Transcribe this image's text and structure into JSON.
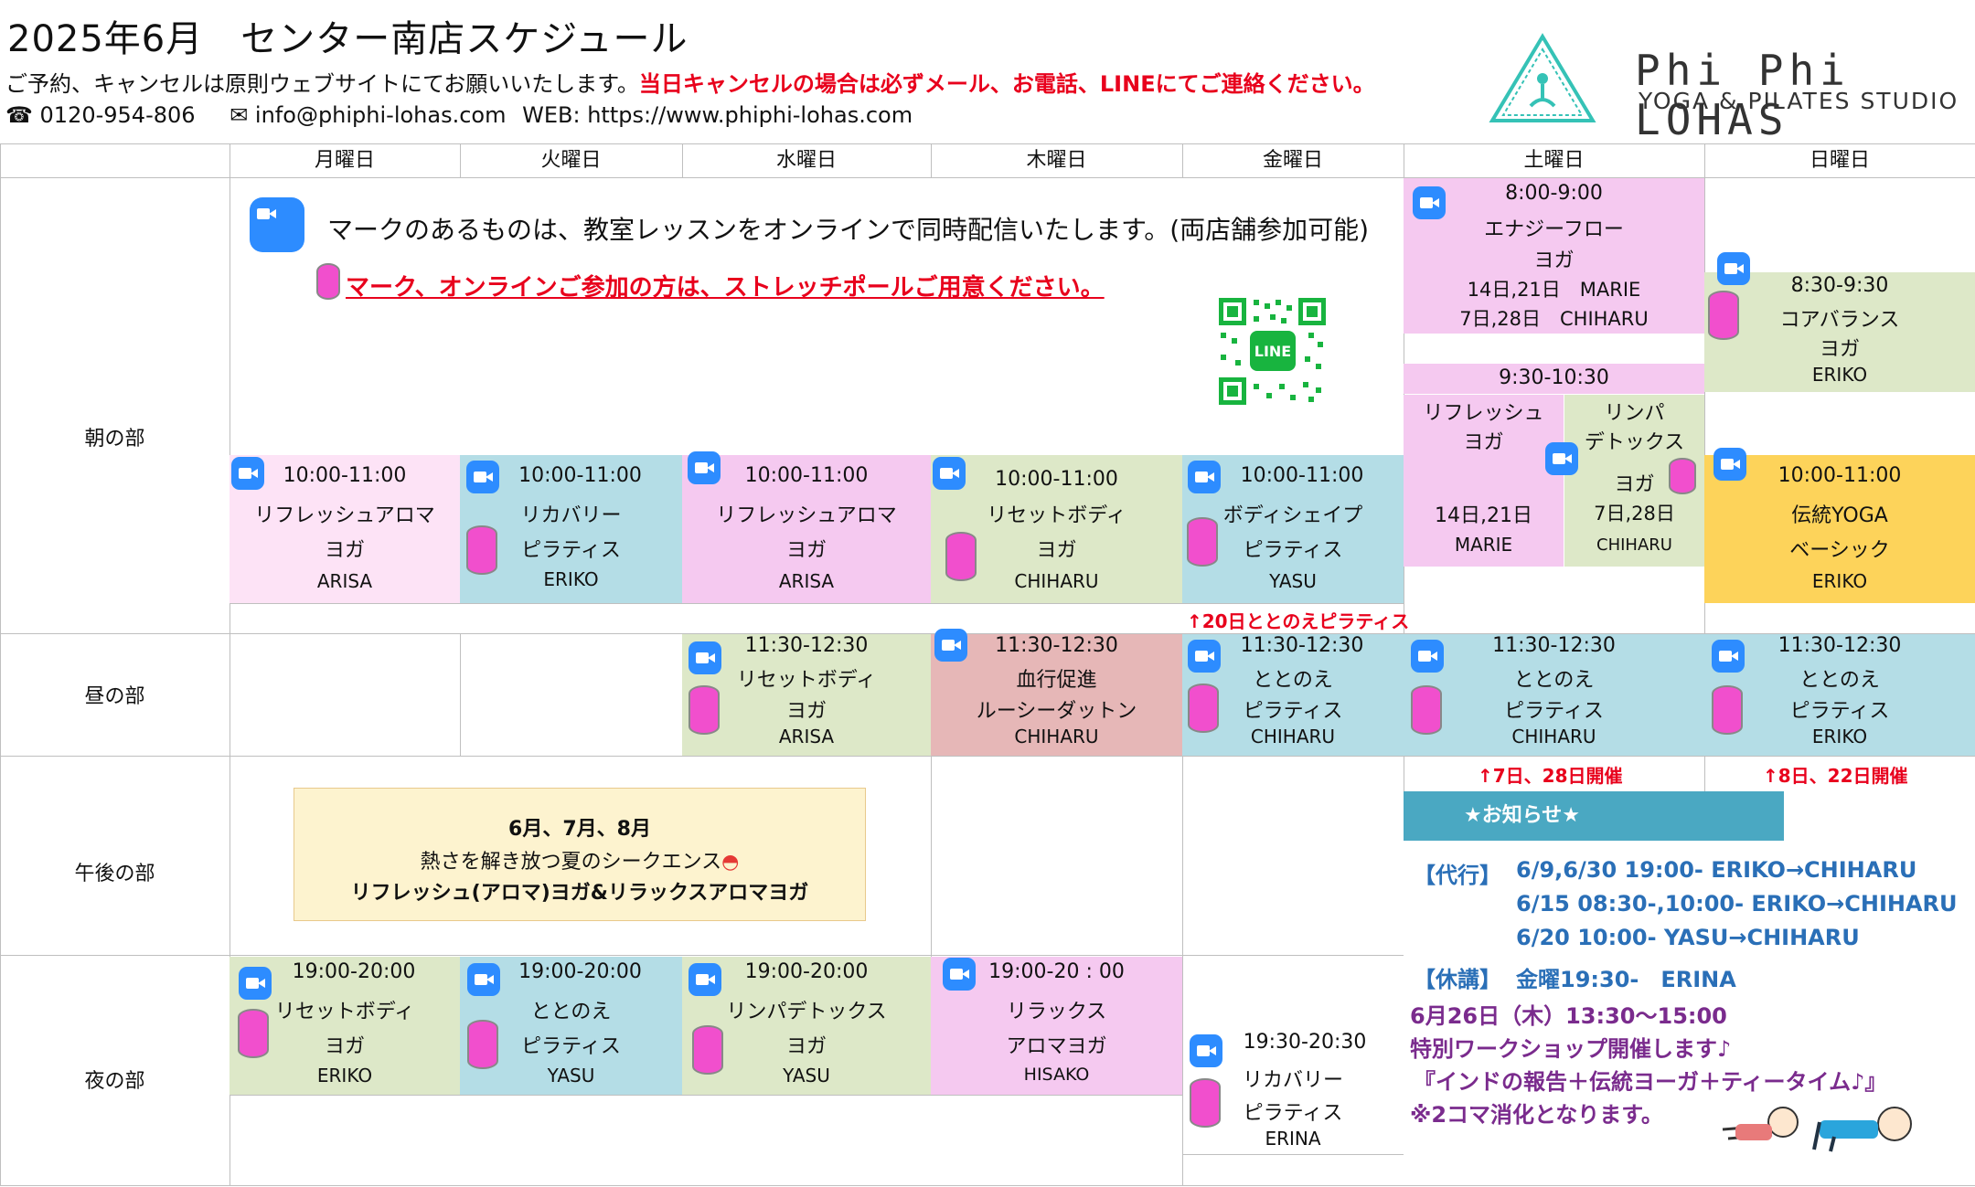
{
  "header": {
    "title": "2025年6月　センター南店スケジュール",
    "note_normal": "ご予約、キャンセルは原則ウェブサイトにてお願いいたします。",
    "note_red": "当日キャンセルの場合は必ずメール、お電話、LINEにてご連絡ください。",
    "phone": "☎ 0120-954-806",
    "email": "✉ info@phiphi-lohas.com",
    "web": "WEB: https://www.phiphi-lohas.com",
    "brand": "Phi Phi LOHAS",
    "studio": "YOGA & PILATES STUDIO"
  },
  "days": [
    "月曜日",
    "火曜日",
    "水曜日",
    "木曜日",
    "金曜日",
    "土曜日",
    "日曜日"
  ],
  "periods": [
    "朝の部",
    "昼の部",
    "午後の部",
    "夜の部"
  ],
  "legend": {
    "online": "マークのあるものは、教室レッスンをオンラインで同時配信いたします。(両店舗参加可能)",
    "pole": "マーク、オンラインご参加の方は、ストレッチポールご用意ください。",
    "line_label": "LINE"
  },
  "lessons": {
    "mon_am": [
      "10:00-11:00",
      "リフレッシュアロマ",
      "ヨガ",
      "ARISA"
    ],
    "tue_am": [
      "10:00-11:00",
      "リカバリー",
      "ピラティス",
      "ERIKO"
    ],
    "wed_am": [
      "10:00-11:00",
      "リフレッシュアロマ",
      "ヨガ",
      "ARISA"
    ],
    "thu_am": [
      "10:00-11:00",
      "リセットボディ",
      "ヨガ",
      "CHIHARU"
    ],
    "fri_am": [
      "10:00-11:00",
      "ボディシェイプ",
      "ピラティス",
      "YASU"
    ],
    "sat_8": [
      "8:00-9:00",
      "エナジーフロー",
      "ヨガ",
      "14日,21日　MARIE",
      "7日,28日　CHIHARU"
    ],
    "sat_930": "9:30-10:30",
    "sat_930_a": [
      "リフレッシュ",
      "ヨガ",
      "14日,21日",
      "MARIE"
    ],
    "sat_930_b": [
      "リンパ",
      "デトックス",
      "ヨガ",
      "7日,28日",
      "CHIHARU"
    ],
    "sun_830": [
      "8:30-9:30",
      "コアバランス",
      "ヨガ",
      "ERIKO"
    ],
    "sun_am": [
      "10:00-11:00",
      "伝統YOGA",
      "ベーシック",
      "ERIKO"
    ],
    "wed_noon": [
      "11:30-12:30",
      "リセットボディ",
      "ヨガ",
      "ARISA"
    ],
    "thu_noon": [
      "11:30-12:30",
      "血行促進",
      "ルーシーダットン",
      "CHIHARU"
    ],
    "fri_noon": [
      "11:30-12:30",
      "ととのえ",
      "ピラティス",
      "CHIHARU"
    ],
    "sat_noon": [
      "11:30-12:30",
      "ととのえ",
      "ピラティス",
      "CHIHARU"
    ],
    "sun_noon": [
      "11:30-12:30",
      "ととのえ",
      "ピラティス",
      "ERIKO"
    ],
    "mon_pm": [
      "19:00-20:00",
      "リセットボディ",
      "ヨガ",
      "ERIKO"
    ],
    "tue_pm": [
      "19:00-20:00",
      "ととのえ",
      "ピラティス",
      "YASU"
    ],
    "wed_pm": [
      "19:00-20:00",
      "リンパデトックス",
      "ヨガ",
      "YASU"
    ],
    "thu_pm": [
      "19:00-20 : 00",
      "リラックス",
      "アロマヨガ",
      "HISAKO"
    ],
    "fri_pm": [
      "19:30-20:30",
      "リカバリー",
      "ピラティス",
      "ERINA"
    ]
  },
  "red_notes": {
    "fri": "↑20日ととのえピラティス",
    "sat": "↑7日、28日開催",
    "sun": "↑8日、22日開催"
  },
  "summer": {
    "line1": "6月、7月、8月",
    "line2": "熱さを解き放つ夏のシークエンス",
    "line3": "リフレッシュ(アロマ)ヨガ&リラックスアロマヨガ"
  },
  "notice": {
    "title": "★お知らせ★",
    "sub_label": "【代行】",
    "sub1": "6/9,6/30 19:00- ERIKO→CHIHARU",
    "sub2": "6/15 08:30-,10:00- ERIKO→CHIHARU",
    "sub3": "6/20 10:00- YASU→CHIHARU",
    "cancel_label": "【休講】",
    "cancel": "金曜19:30-　ERINA",
    "ws_date": "6月26日（木）13:30〜15:00",
    "ws_1": "特別ワークショップ開催します♪",
    "ws_2": "『インドの報告＋伝統ヨーガ＋ティータイム♪』",
    "ws_3": "※2コマ消化となります。"
  }
}
